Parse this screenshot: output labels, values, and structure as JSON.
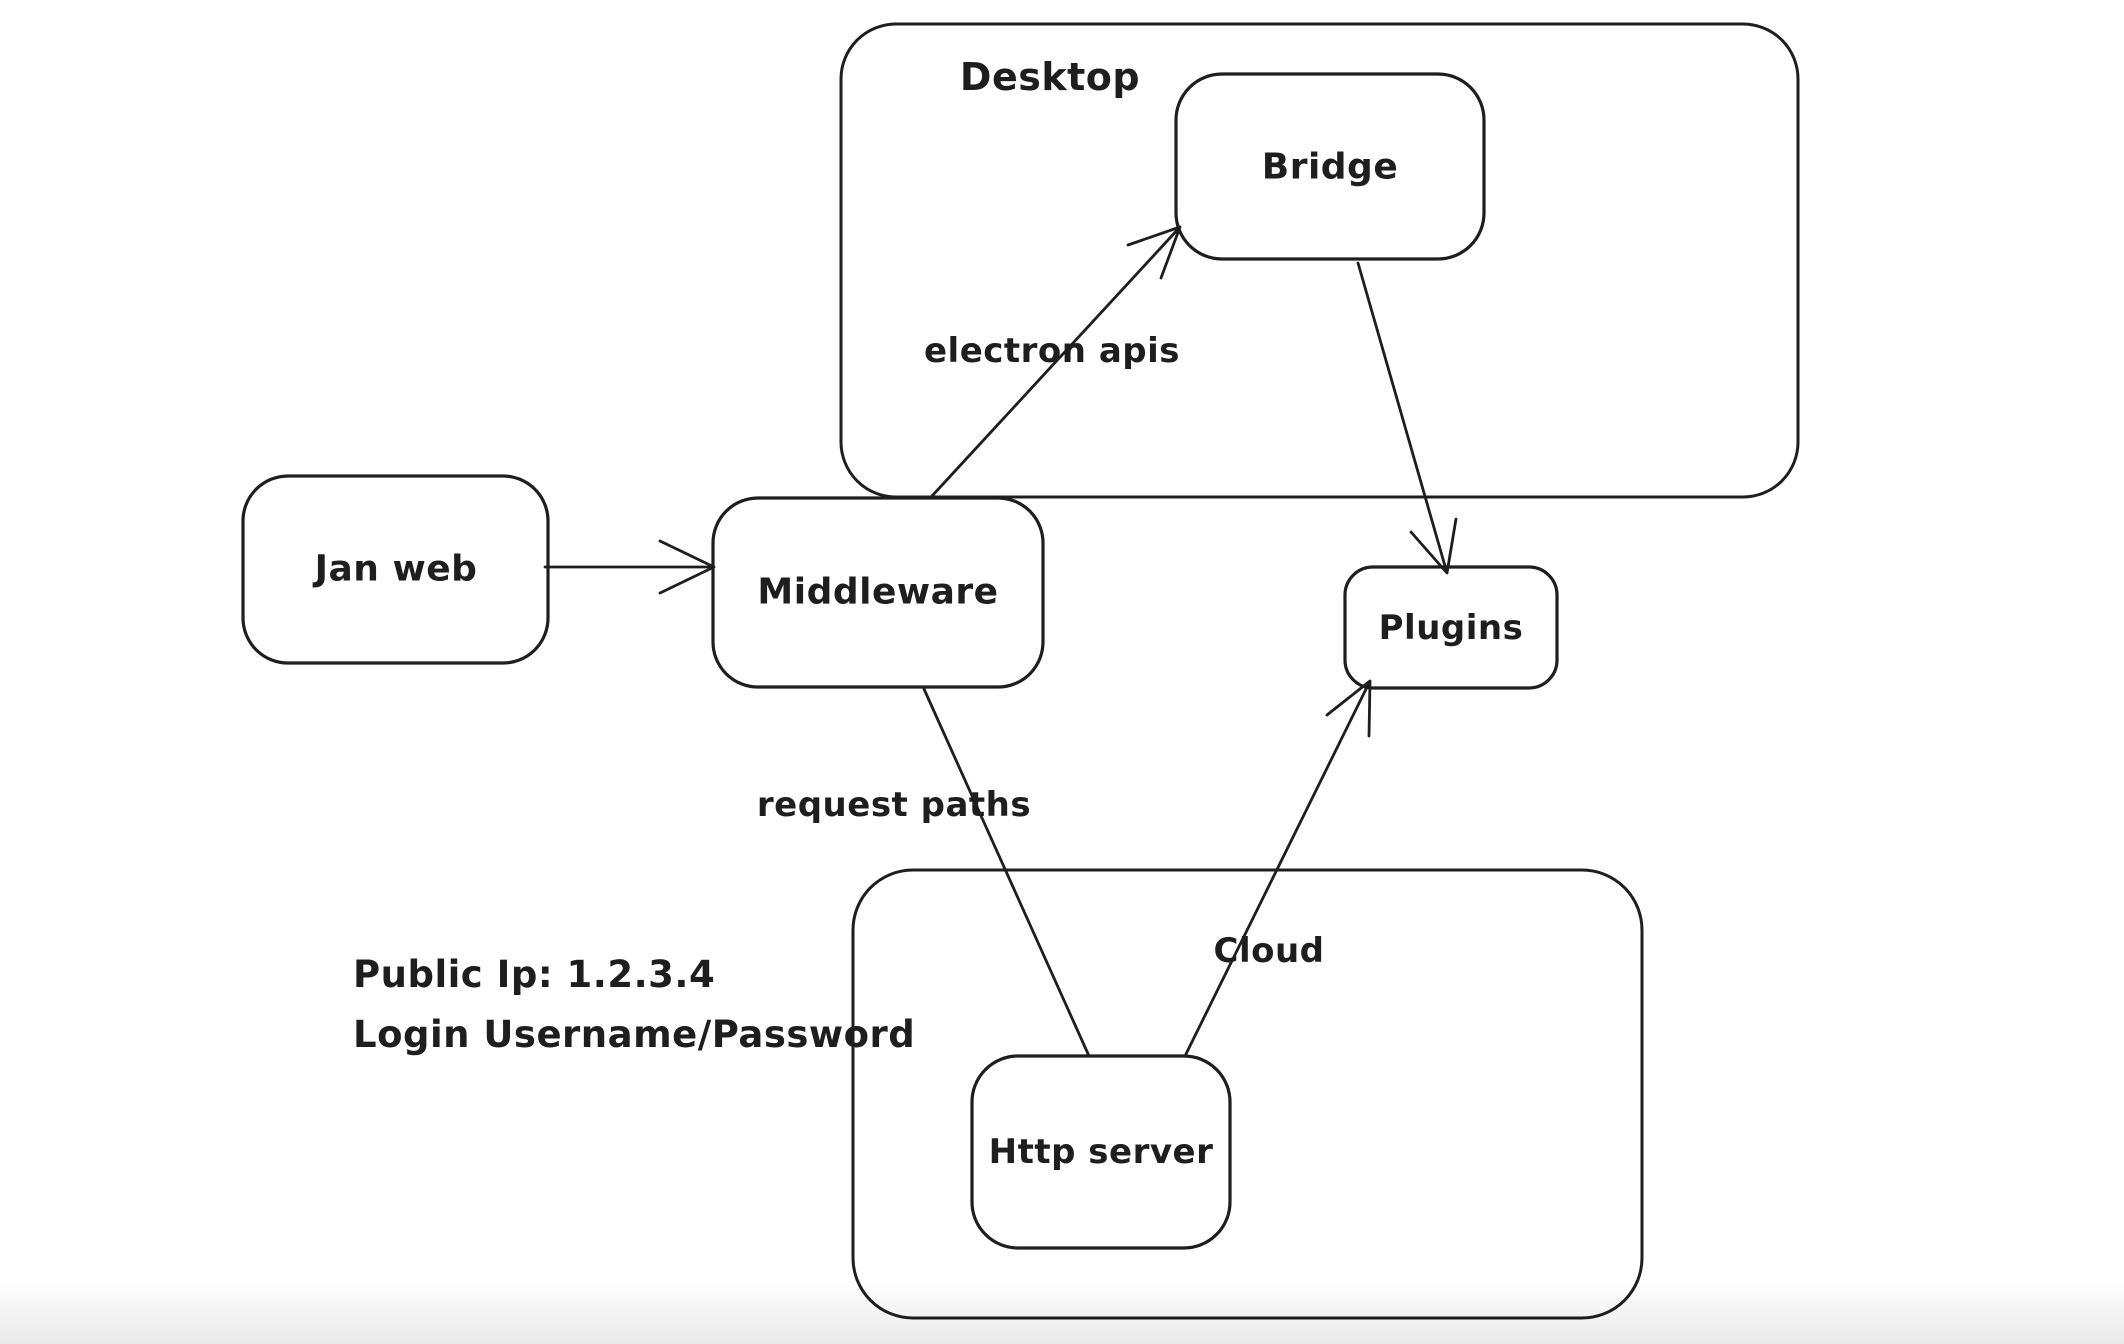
{
  "canvas": {
    "background": "#ffffff",
    "stroke": "#1e1e1e"
  },
  "graph": {
    "containers": [
      {
        "id": "desktop",
        "label": "Desktop",
        "children": [
          "bridge"
        ]
      },
      {
        "id": "cloud",
        "label": "Cloud",
        "children": [
          "http-server"
        ]
      }
    ],
    "nodes": [
      {
        "id": "jan-web",
        "label": "Jan web"
      },
      {
        "id": "middleware",
        "label": "Middleware"
      },
      {
        "id": "bridge",
        "label": "Bridge",
        "container": "desktop"
      },
      {
        "id": "plugins",
        "label": "Plugins"
      },
      {
        "id": "http-server",
        "label": "Http server",
        "container": "cloud"
      }
    ],
    "edges": [
      {
        "id": "e1",
        "from": "jan-web",
        "to": "middleware",
        "label": "",
        "arrowhead": "arrow"
      },
      {
        "id": "e2",
        "from": "middleware",
        "to": "bridge",
        "label": "electron apis",
        "arrowhead": "arrow"
      },
      {
        "id": "e3",
        "from": "bridge",
        "to": "plugins",
        "label": "",
        "arrowhead": "arrow"
      },
      {
        "id": "e4",
        "from": "middleware",
        "to": "http-server",
        "label": "request paths",
        "arrowhead": "none"
      },
      {
        "id": "e5",
        "from": "http-server",
        "to": "plugins",
        "label": "",
        "arrowhead": "arrow"
      }
    ],
    "note": {
      "line1": "Public Ip: 1.2.3.4",
      "line2": "Login Username/Password"
    }
  }
}
